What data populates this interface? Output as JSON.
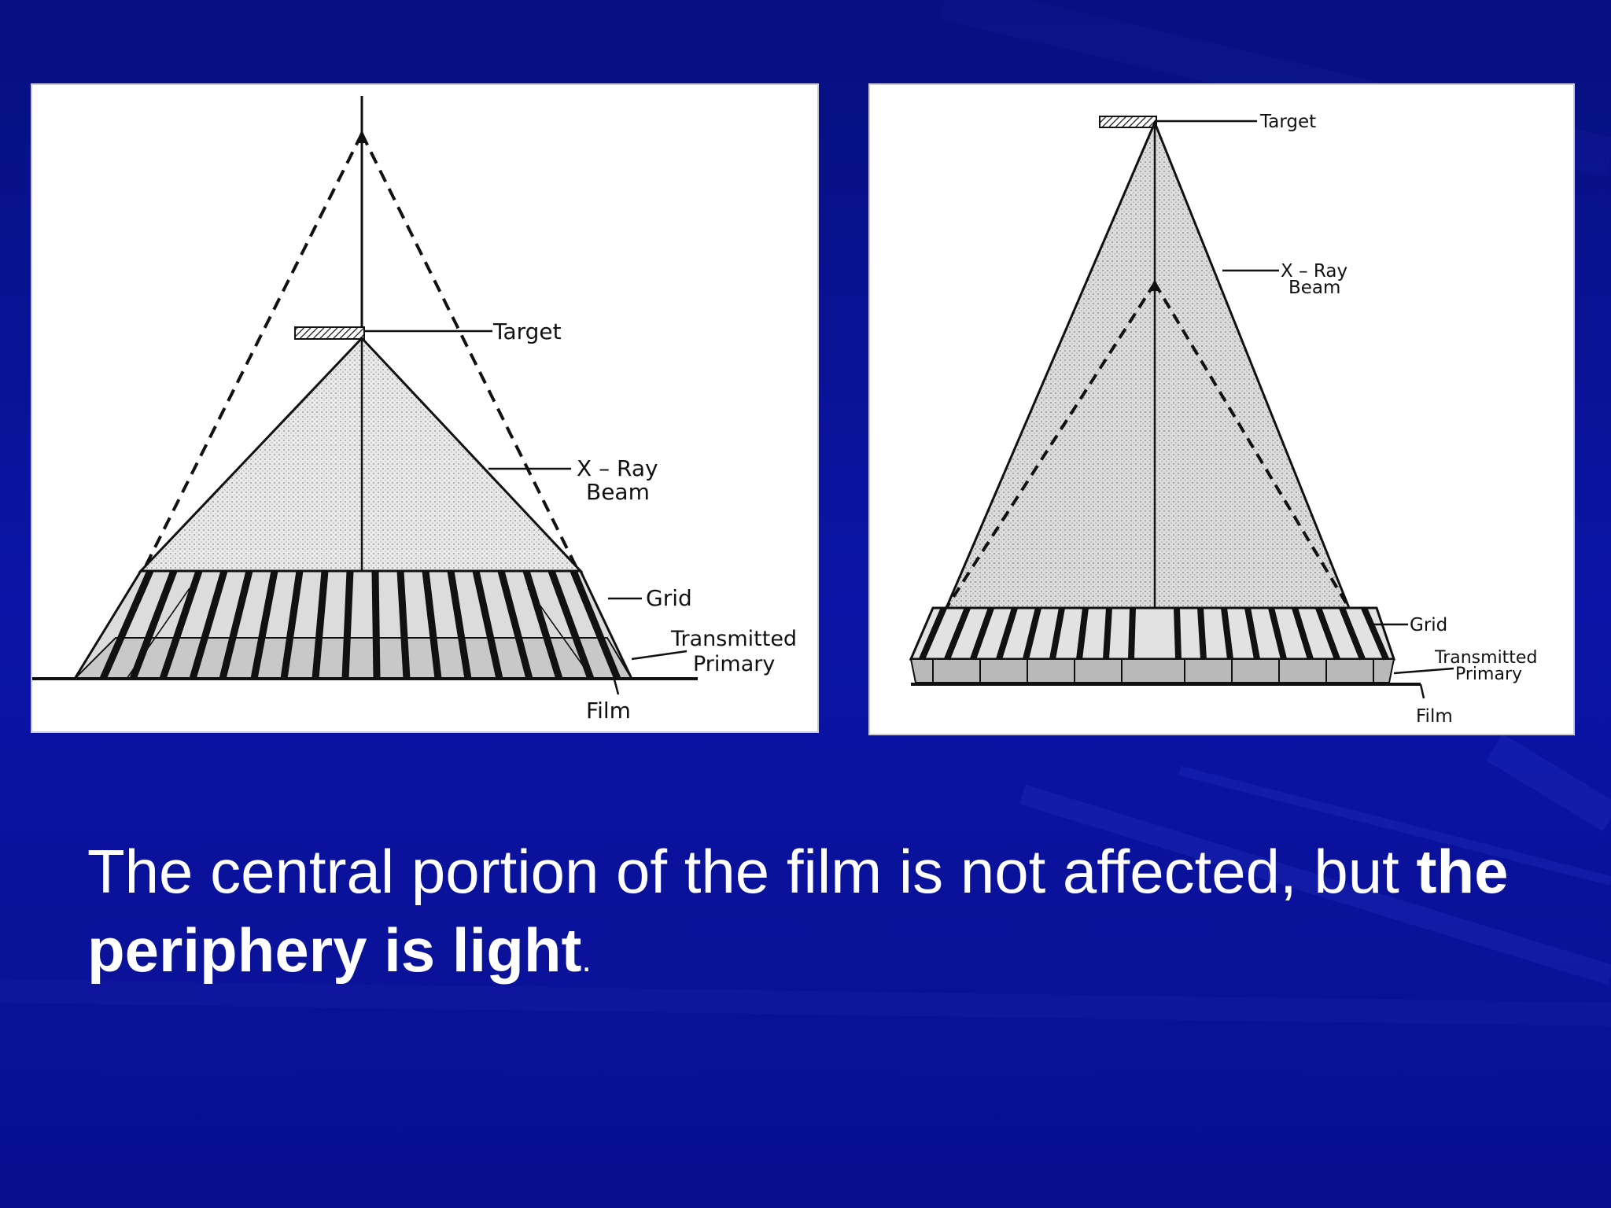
{
  "slide": {
    "background_color": "#0a0f9a",
    "caption": {
      "text_regular": "The central portion of the film is not affected, but ",
      "text_bold": "the periphery is light",
      "text_end": "."
    }
  },
  "diagram_left": {
    "labels": {
      "target": "Target",
      "xray_line1": "X – Ray",
      "xray_line2": "Beam",
      "grid": "Grid",
      "transmitted_line1": "Transmitted",
      "transmitted_line2": "Primary",
      "film": "Film"
    }
  },
  "diagram_right": {
    "labels": {
      "target": "Target",
      "xray_line1": "X – Ray",
      "xray_line2": "Beam",
      "grid": "Grid",
      "transmitted_line1": "Transmitted",
      "transmitted_line2": "Primary",
      "film": "Film"
    }
  }
}
